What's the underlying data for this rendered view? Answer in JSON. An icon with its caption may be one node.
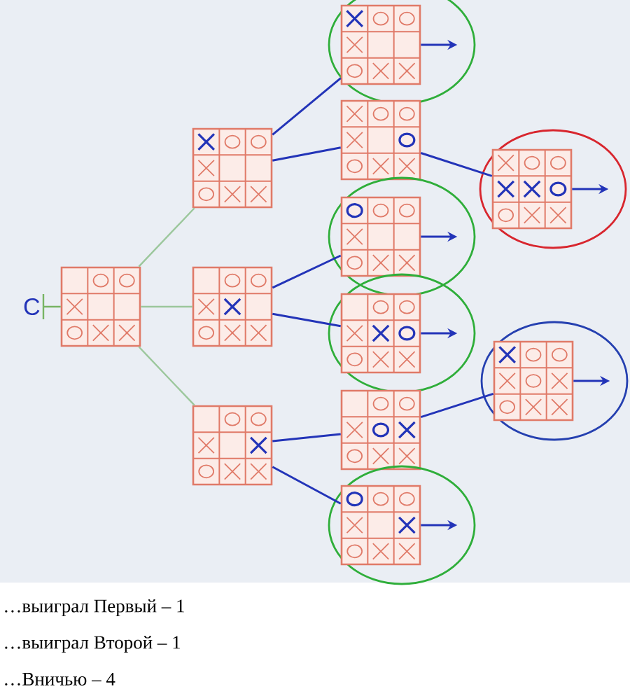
{
  "diagram": {
    "nodes": [
      {
        "text": [],
        "shape": "grid"
      },
      {
        "text": [],
        "shape": "grid"
      },
      {
        "text": [],
        "shape": "grid"
      },
      {
        "text": [],
        "shape": "grid"
      },
      {
        "text": [],
        "shape": "circle"
      },
      {
        "text": [],
        "shape": "grid",
        "in": 4
      },
      {
        "text": [],
        "shape": "grid"
      },
      {
        "text": [],
        "shape": "circle"
      },
      {
        "text": [],
        "shape": "grid",
        "in": 7
      },
      {
        "text": [],
        "shape": "circle"
      },
      {
        "text": [],
        "shape": "grid",
        "in": 9
      },
      {
        "text": [],
        "shape": "circle"
      },
      {
        "text": [],
        "shape": "grid",
        "in": 11
      },
      {
        "text": [],
        "shape": "grid"
      },
      {
        "text": [],
        "shape": "circle"
      },
      {
        "text": [],
        "shape": "grid",
        "in": 14
      },
      {
        "text": [],
        "shape": "circle"
      },
      {
        "text": [],
        "shape": "grid",
        "in": 16
      }
    ],
    "edges": [
      {
        "from": 0,
        "to": 1,
        "arrow": "none",
        "color": "#9cc79c"
      },
      {
        "from": 0,
        "to": 2,
        "arrow": "none",
        "color": "#9cc79c"
      },
      {
        "from": 0,
        "to": 3,
        "arrow": "none",
        "color": "#9cc79c"
      },
      {
        "from": 1,
        "to": 5,
        "arrow": "none"
      },
      {
        "from": 1,
        "to": 6,
        "arrow": "none"
      },
      {
        "from": 6,
        "to": 8,
        "arrow": "none"
      },
      {
        "from": 2,
        "to": 10,
        "arrow": "none"
      },
      {
        "from": 2,
        "to": 12,
        "arrow": "none"
      },
      {
        "from": 3,
        "to": 13,
        "arrow": "none"
      },
      {
        "from": 13,
        "to": 15,
        "arrow": "none"
      },
      {
        "from": 3,
        "to": 17,
        "arrow": "none"
      },
      {
        "from": 5,
        "to": null,
        "arrow": "to"
      },
      {
        "from": 8,
        "to": null,
        "arrow": "to"
      },
      {
        "from": 10,
        "to": null,
        "arrow": "to"
      },
      {
        "from": 12,
        "to": null,
        "arrow": "to"
      },
      {
        "from": 15,
        "to": null,
        "arrow": "to"
      },
      {
        "from": 17,
        "to": null,
        "arrow": "to"
      }
    ],
    "labels": [
      "C",
      "…выиграл Первый – 1",
      "…выиграл Второй – 1",
      "…Вничью – 4"
    ]
  }
}
